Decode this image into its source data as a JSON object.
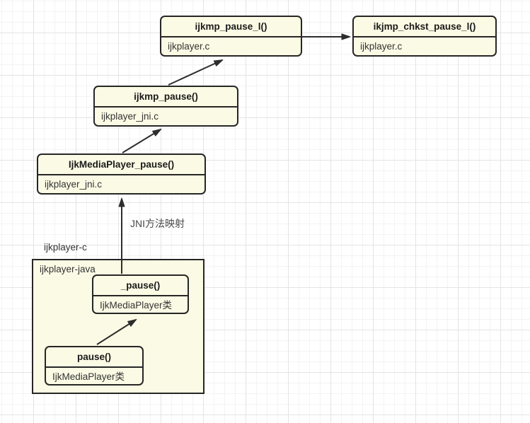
{
  "diagram": {
    "nodes": [
      {
        "id": "ijkmp_pause_l",
        "title": "ijkmp_pause_l()",
        "file": "ijkplayer.c"
      },
      {
        "id": "ikjmp_chkst_pause_l",
        "title": "ikjmp_chkst_pause_l()",
        "file": "ijkplayer.c"
      },
      {
        "id": "ijkmp_pause",
        "title": "ijkmp_pause()",
        "file": "ijkplayer_jni.c"
      },
      {
        "id": "IjkMediaPlayer_pause",
        "title": "IjkMediaPlayer_pause()",
        "file": "ijkplayer_jni.c"
      },
      {
        "id": "_pause",
        "title": "_pause()",
        "file": "IjkMediaPlayer类"
      },
      {
        "id": "pause",
        "title": "pause()",
        "file": "IjkMediaPlayer类"
      }
    ],
    "groups": [
      {
        "id": "ijkplayer-java",
        "label": "ijkplayer-java",
        "contains": [
          "_pause",
          "pause"
        ]
      }
    ],
    "labels": [
      {
        "id": "ijkplayer-c",
        "text": "ijkplayer-c"
      }
    ],
    "edges": [
      {
        "from": "ijkmp_pause_l",
        "to": "ikjmp_chkst_pause_l",
        "label": ""
      },
      {
        "from": "ijkmp_pause",
        "to": "ijkmp_pause_l",
        "label": ""
      },
      {
        "from": "IjkMediaPlayer_pause",
        "to": "ijkmp_pause",
        "label": ""
      },
      {
        "from": "_pause",
        "to": "IjkMediaPlayer_pause",
        "label": "JNI方法映射"
      },
      {
        "from": "pause",
        "to": "_pause",
        "label": ""
      }
    ],
    "colors": {
      "node_fill": "#fbfbe5",
      "node_border": "#262626",
      "arrow": "#2d2d2d",
      "grid_minor": "#f3f3f3",
      "grid_major": "#e4e4e4",
      "canvas": "#ffffff"
    }
  }
}
